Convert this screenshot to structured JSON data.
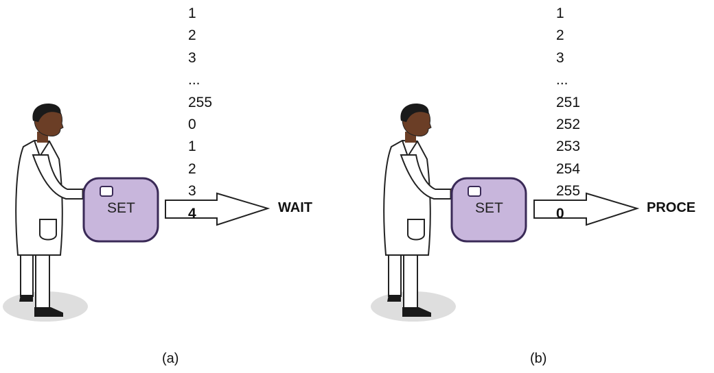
{
  "panels": [
    {
      "id": "a",
      "sequence": [
        "1",
        "2",
        "3",
        "...",
        "255",
        "0",
        "1",
        "2",
        "3",
        "4"
      ],
      "button_label": "SET",
      "result": "WAIT",
      "caption": "(a)"
    },
    {
      "id": "b",
      "sequence": [
        "1",
        "2",
        "3",
        "...",
        "251",
        "252",
        "253",
        "254",
        "255",
        "0"
      ],
      "button_label": "SET",
      "result": "PROCE",
      "caption": "(b)"
    }
  ],
  "colors": {
    "button_fill": "#c8b6dc",
    "button_border": "#3a2a57",
    "skin": "#6b3e26",
    "hair": "#1a1a1a",
    "coat": "#ffffff",
    "shadow": "#dedede"
  }
}
